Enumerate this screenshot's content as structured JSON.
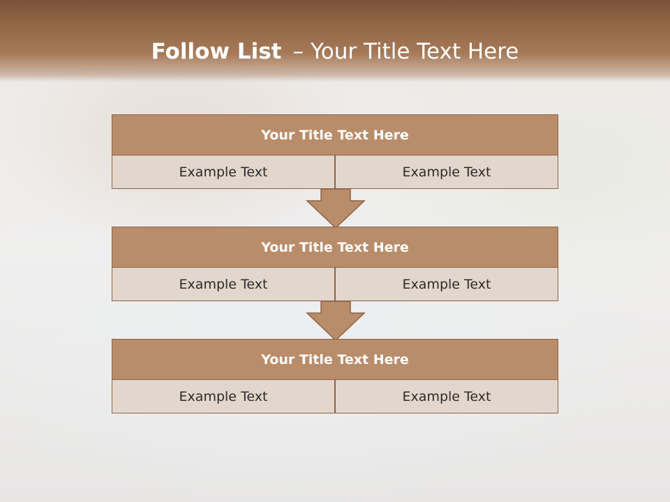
{
  "slide": {
    "title_bold": "Follow List",
    "title_dash": "–",
    "title_rest": "Your Title Text Here"
  },
  "blocks": [
    {
      "title": "Your Title Text Here",
      "left": "Example Text",
      "right": "Example Text"
    },
    {
      "title": "Your Title Text Here",
      "left": "Example Text",
      "right": "Example Text"
    },
    {
      "title": "Your Title Text Here",
      "left": "Example Text",
      "right": "Example Text"
    }
  ],
  "colors": {
    "header_brown": "#936746",
    "block_title": "#b98c6a",
    "block_cell": "#e3d6cd",
    "border": "#8c6246"
  },
  "icons": [
    "down-arrow-icon",
    "down-arrow-icon"
  ]
}
